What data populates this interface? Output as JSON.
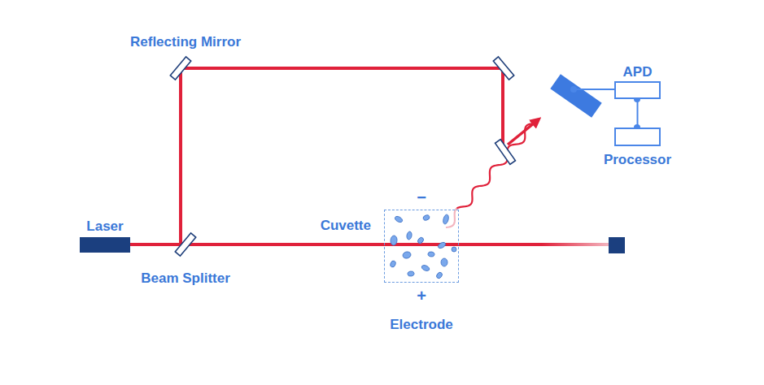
{
  "diagram": {
    "nodes": [
      {
        "text": [
          "APD"
        ]
      },
      {
        "text": [
          "Processor"
        ]
      },
      {
        "text": [
          "Laser"
        ]
      },
      {
        "text": [
          "Cuvette"
        ]
      }
    ],
    "edges": [
      {
        "from": 0,
        "to": 1,
        "arrow": "none"
      }
    ],
    "labels": [
      "Reflecting Mirror",
      "Beam Splitter",
      "−",
      "+",
      "Electrode"
    ]
  }
}
